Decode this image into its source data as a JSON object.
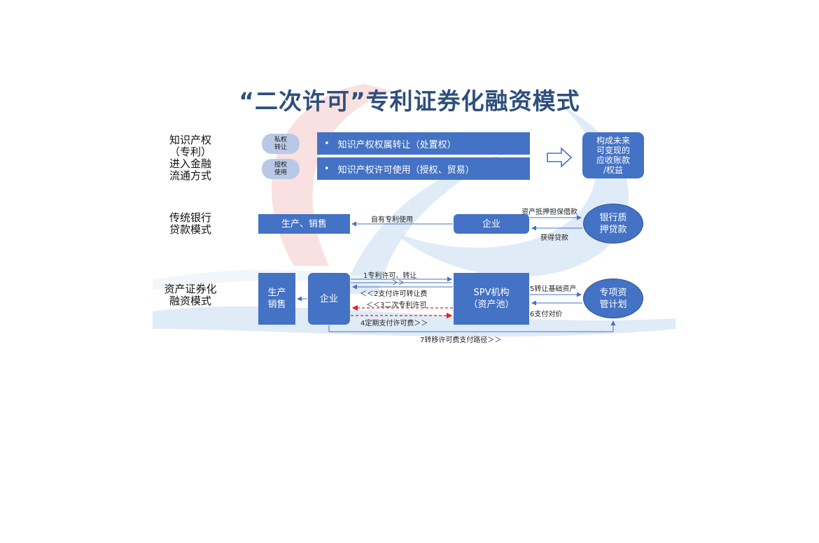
{
  "title": "“二次许可”专利证券化融资模式",
  "rows": {
    "row1": {
      "label": [
        "知识产权",
        "（专利）",
        "进入金融",
        "流通方式"
      ],
      "pill1": [
        "私权",
        "转让"
      ],
      "pill2": [
        "授权",
        "使用"
      ],
      "bar1": "知识产权权属转让（处置权）",
      "bar2": "知识产权许可使用（授权、贸易）",
      "result": [
        "构成未来",
        "可变现的",
        "应收账款",
        "/权益"
      ]
    },
    "row2": {
      "label": [
        "传统银行",
        "贷款模式"
      ],
      "production": "生产、销售",
      "enterprise": "企业",
      "bank": [
        "银行质",
        "押贷款"
      ],
      "own_use": "自有专利使用",
      "mortgage": "资产抵押担保借款",
      "get_loan": "获得贷款"
    },
    "row3": {
      "label": [
        "资产证券化",
        "融资模式"
      ],
      "production": [
        "生产",
        "销售"
      ],
      "enterprise": "企业",
      "spv": [
        "SPV机构",
        "（资产池）"
      ],
      "plan": [
        "专项资",
        "管计划"
      ],
      "flow1a": "1专利许可、转让",
      "flow1b": "＞＞",
      "flow2": "＜＜2支付许可转让费",
      "flow3": "＜＜3二次专利许可",
      "flow4": "4定期支付许可费＞＞",
      "flow5": "5转让基础资产",
      "flow6": "6支付对价",
      "flow7": "7转移许可费支付路径＞＞"
    }
  },
  "colors": {
    "box_blue": "#4472c4",
    "title_blue": "#2e4f7c",
    "pill_blue": "#b8c9e6",
    "arrow_red": "#e02020"
  },
  "icons": {
    "row1_arrow": "hollow-right-arrow-icon"
  }
}
